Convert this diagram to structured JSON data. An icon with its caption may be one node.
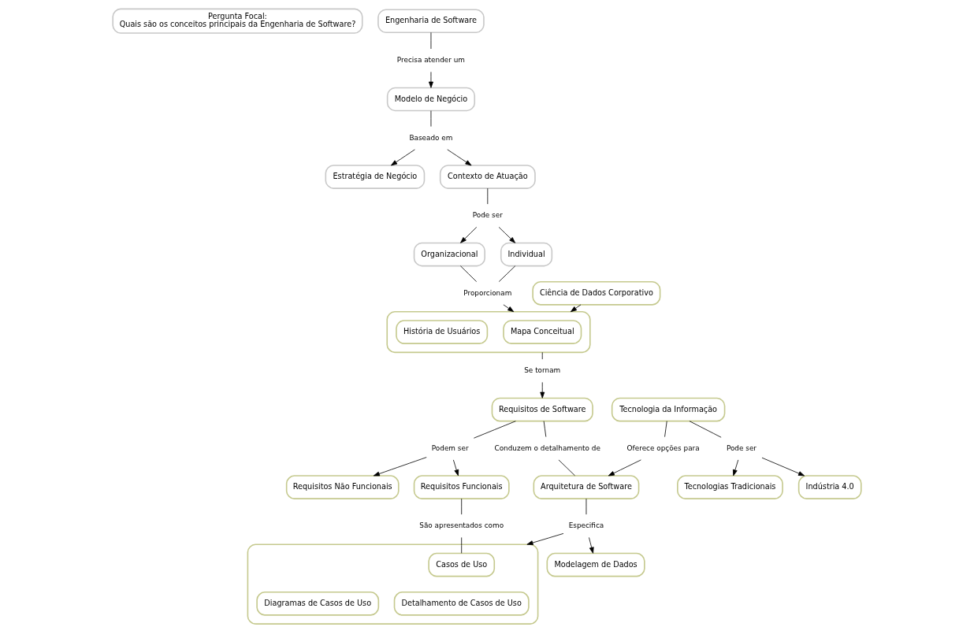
{
  "diagram": {
    "nodes": [
      {
        "text": [
          "Pergunta Focal:",
          "Quais são os conceitos principais da Engenharia de Software?"
        ]
      },
      {
        "text": [
          "Engenharia de Software"
        ]
      },
      {
        "text": [
          "Precisa atender um"
        ]
      },
      {
        "text": [
          "Estratégia de Negócio"
        ]
      },
      {
        "text": [
          "Modelo de Negócio"
        ]
      },
      {
        "text": [
          "Baseado em"
        ]
      },
      {
        "text": [
          "Contexto de Atuação"
        ]
      },
      {
        "text": [
          "Pode ser"
        ]
      },
      {
        "text": [
          "Organizacional"
        ]
      },
      {
        "text": [
          "Individual"
        ]
      },
      {
        "text": [
          "Proporcionam"
        ]
      },
      {
        "text": [
          "Requisitos Não Funcionais"
        ]
      },
      {
        "text": [
          "Ciência de Dados Corporativo"
        ]
      },
      {
        "text": [],
        "shape": "box"
      },
      {
        "text": [
          "Mapa Conceitual"
        ],
        "in": 13
      },
      {
        "text": [
          "História de Usuários"
        ],
        "in": 13
      },
      {
        "text": [
          "Se tornam"
        ]
      },
      {
        "text": [
          "Requisitos de Software"
        ]
      },
      {
        "text": [
          "Podem ser"
        ]
      },
      {
        "text": [
          "Requisitos Funcionais"
        ]
      },
      {
        "text": [
          "São apresentados como"
        ]
      },
      {
        "text": [
          "Conduzem o detalhamento de"
        ]
      },
      {
        "text": [
          "Tecnologias Tradicionais"
        ]
      },
      {
        "text": [
          "Pode ser"
        ]
      },
      {
        "text": [
          "Indústria 4.0"
        ]
      },
      {
        "text": [
          "Tecnologia da Informação"
        ]
      },
      {
        "text": [
          "Oferece opções para"
        ]
      },
      {
        "text": [
          "Arquitetura de Software"
        ]
      },
      {
        "text": [],
        "shape": "box"
      },
      {
        "text": [
          "Casos de Uso"
        ],
        "in": 28
      },
      {
        "text": [
          "Diagramas de Casos de Uso"
        ],
        "in": 28
      },
      {
        "text": [
          "Detalhamento de Casos de Uso"
        ],
        "in": 28
      },
      {
        "text": [
          "Especifica"
        ]
      },
      {
        "text": [
          "Modelagem de Dados"
        ]
      }
    ],
    "edges": [
      {
        "from": 1,
        "to": 2,
        "arrow": "none"
      },
      {
        "from": 2,
        "to": 4,
        "arrow": "to"
      },
      {
        "from": 4,
        "to": 5,
        "arrow": "none"
      },
      {
        "from": 5,
        "to": 3,
        "arrow": "to"
      },
      {
        "from": 5,
        "to": 6,
        "arrow": "to"
      },
      {
        "from": 6,
        "to": 7,
        "arrow": "none"
      },
      {
        "from": 7,
        "to": 8,
        "arrow": "to"
      },
      {
        "from": 7,
        "to": 9,
        "arrow": "to"
      },
      {
        "from": 8,
        "to": 10,
        "arrow": "none"
      },
      {
        "from": 9,
        "to": 10,
        "arrow": "none"
      },
      {
        "from": 10,
        "to": 13,
        "arrow": "to"
      },
      {
        "from": 12,
        "to": 13,
        "arrow": "to"
      },
      {
        "from": 13,
        "to": 16,
        "arrow": "none"
      },
      {
        "from": 16,
        "to": 17,
        "arrow": "to"
      },
      {
        "from": 17,
        "to": 18,
        "arrow": "none"
      },
      {
        "from": 18,
        "to": 11,
        "arrow": "to"
      },
      {
        "from": 18,
        "to": 19,
        "arrow": "to"
      },
      {
        "from": 19,
        "to": 20,
        "arrow": "none"
      },
      {
        "from": 20,
        "to": 29,
        "arrow": "none"
      },
      {
        "from": 17,
        "to": 21,
        "arrow": "none"
      },
      {
        "from": 21,
        "to": 27,
        "arrow": "none"
      },
      {
        "from": 25,
        "to": 23,
        "arrow": "none"
      },
      {
        "from": 23,
        "to": 22,
        "arrow": "to"
      },
      {
        "from": 23,
        "to": 24,
        "arrow": "to"
      },
      {
        "from": 25,
        "to": 26,
        "arrow": "none"
      },
      {
        "from": 26,
        "to": 27,
        "arrow": "to"
      },
      {
        "from": 27,
        "to": 32,
        "arrow": "none"
      },
      {
        "from": 32,
        "to": 33,
        "arrow": "to"
      },
      {
        "from": 32,
        "to": 28,
        "arrow": "to"
      }
    ]
  }
}
